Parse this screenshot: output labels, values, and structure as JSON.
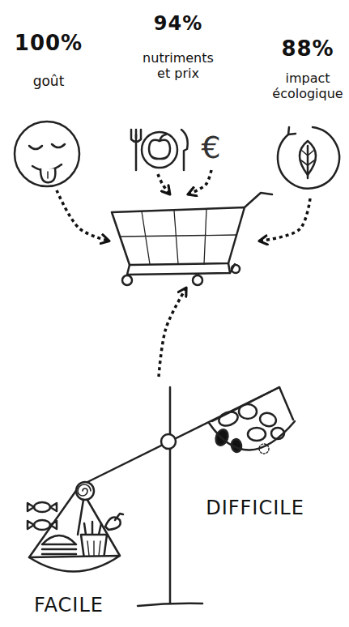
{
  "diagram": {
    "nodes": [
      {
        "text": [
          "100%",
          "goût"
        ]
      },
      {
        "text": [
          "94%",
          "nutriments et prix"
        ]
      },
      {
        "text": [
          "€"
        ]
      },
      {
        "text": [
          "88%",
          "impact écologique"
        ]
      },
      {
        "text": []
      },
      {
        "text": [
          "DIFFICILE",
          "FACILE"
        ]
      }
    ],
    "edges": [
      {
        "from": 0,
        "to": 4,
        "arrow": "to"
      },
      {
        "from": 1,
        "to": 4,
        "arrow": "to"
      },
      {
        "from": 2,
        "to": 4,
        "arrow": "to"
      },
      {
        "from": 3,
        "to": 4,
        "arrow": "to"
      },
      {
        "from": 5,
        "to": 4,
        "arrow": "to"
      }
    ]
  }
}
